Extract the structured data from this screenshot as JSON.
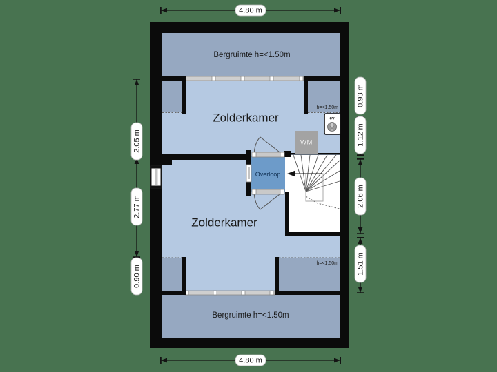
{
  "floorplan": {
    "rooms": {
      "bergruimte_top": {
        "label": "Bergruimte h=<1.50m"
      },
      "zolderkamer_upper": {
        "label": "Zolderkamer"
      },
      "overloop": {
        "label": "Overloop"
      },
      "zolderkamer_lower": {
        "label": "Zolderkamer"
      },
      "bergruimte_bottom": {
        "label": "Bergruimte h=<1.50m"
      },
      "low_height_upper": {
        "label": "h=<1.50m"
      },
      "low_height_lower": {
        "label": "h=<1.50m"
      }
    },
    "appliances": {
      "washing_machine": "WM",
      "boiler": "cv"
    },
    "dimensions": {
      "top": "4.80 m",
      "bottom": "4.80 m",
      "left": [
        "2.05 m",
        "2.77 m",
        "0.90 m"
      ],
      "right": [
        "0.93 m",
        "1.12 m",
        "2.06 m",
        "1.51 m"
      ]
    },
    "colors": {
      "background": "#487350",
      "wall": "#0b0b0b",
      "room_light": "#b5c9e2",
      "room_low_height": "#96a8c1",
      "landing": "#6d9bc9",
      "stairwell": "#ffffff"
    }
  }
}
